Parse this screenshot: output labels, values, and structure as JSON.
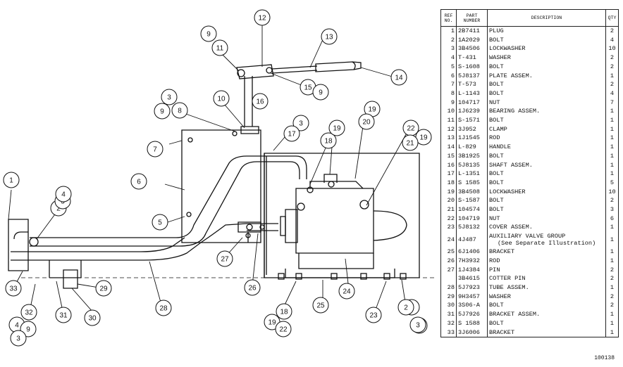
{
  "table": {
    "headers": {
      "ref_no": "REF NO.",
      "part_number": "PART NUMBER",
      "description": "DESCRIPTION",
      "qty": "QTY"
    },
    "rows": [
      {
        "no": "1",
        "part": "2B7411",
        "desc": "PLUG",
        "qty": "2"
      },
      {
        "no": "2",
        "part": "1A2029",
        "desc": "BOLT",
        "qty": "4"
      },
      {
        "no": "3",
        "part": "3B4506",
        "desc": "LOCKWASHER",
        "qty": "10"
      },
      {
        "no": "4",
        "part": "T-431",
        "desc": "WASHER",
        "qty": "2"
      },
      {
        "no": "5",
        "part": "S-1608",
        "desc": "BOLT",
        "qty": "2"
      },
      {
        "no": "6",
        "part": "5J8137",
        "desc": "PLATE ASSEM.",
        "qty": "1"
      },
      {
        "no": "7",
        "part": "T-573",
        "desc": "BOLT",
        "qty": "2"
      },
      {
        "no": "8",
        "part": "L-1143",
        "desc": "BOLT",
        "qty": "4"
      },
      {
        "no": "9",
        "part": "104717",
        "desc": "NUT",
        "qty": "7"
      },
      {
        "no": "10",
        "part": "1J6239",
        "desc": "BEARING ASSEM.",
        "qty": "1"
      },
      {
        "no": "11",
        "part": "S-1571",
        "desc": "BOLT",
        "qty": "1"
      },
      {
        "no": "12",
        "part": "3J952",
        "desc": "CLAMP",
        "qty": "1"
      },
      {
        "no": "13",
        "part": "1J1545",
        "desc": "ROD",
        "qty": "1"
      },
      {
        "no": "14",
        "part": "L-829",
        "desc": "HANDLE",
        "qty": "1"
      },
      {
        "no": "15",
        "part": "3B1925",
        "desc": "BOLT",
        "qty": "1"
      },
      {
        "no": "16",
        "part": "5J8135",
        "desc": "SHAFT ASSEM.",
        "qty": "1"
      },
      {
        "no": "17",
        "part": "L-1351",
        "desc": "BOLT",
        "qty": "1"
      },
      {
        "no": "18",
        "part": "S 1585",
        "desc": "BOLT",
        "qty": "5"
      },
      {
        "no": "19",
        "part": "3B4508",
        "desc": "LOCKWASHER",
        "qty": "10"
      },
      {
        "no": "20",
        "part": "S-1587",
        "desc": "BOLT",
        "qty": "2"
      },
      {
        "no": "21",
        "part": "104574",
        "desc": "BOLT",
        "qty": "3"
      },
      {
        "no": "22",
        "part": "104719",
        "desc": "NUT",
        "qty": "6"
      },
      {
        "no": "23",
        "part": "5J8132",
        "desc": "COVER ASSEM.",
        "qty": "1"
      },
      {
        "no": "24",
        "part": "4J487",
        "desc": "AUXILIARY VALVE GROUP",
        "desc2": "(See Separate Illustration)",
        "qty": "1"
      },
      {
        "no": "25",
        "part": "6J1406",
        "desc": "BRACKET",
        "qty": "1"
      },
      {
        "no": "26",
        "part": "7H3932",
        "desc": "ROD",
        "qty": "1"
      },
      {
        "no": "27",
        "part": "1J4384",
        "desc": "PIN",
        "qty": "2"
      },
      {
        "no": "",
        "part": "3B4615",
        "desc": "COTTER PIN",
        "qty": "2"
      },
      {
        "no": "28",
        "part": "5J7923",
        "desc": "TUBE ASSEM.",
        "qty": "1"
      },
      {
        "no": "29",
        "part": "9H3457",
        "desc": "WASHER",
        "qty": "2"
      },
      {
        "no": "30",
        "part": "3S06-A",
        "desc": "BOLT",
        "qty": "2"
      },
      {
        "no": "31",
        "part": "5J7926",
        "desc": "BRACKET ASSEM.",
        "qty": "1"
      },
      {
        "no": "32",
        "part": "S 1588",
        "desc": "BOLT",
        "qty": "1"
      },
      {
        "no": "33",
        "part": "3J6006",
        "desc": "BRACKET",
        "qty": "1"
      }
    ]
  },
  "callouts": [
    {
      "n": "1"
    },
    {
      "n": "2"
    },
    {
      "n": "3"
    },
    {
      "n": "4"
    },
    {
      "n": "2"
    },
    {
      "n": "3"
    },
    {
      "n": "4"
    },
    {
      "n": "5"
    },
    {
      "n": "6"
    },
    {
      "n": "7"
    },
    {
      "n": "3"
    },
    {
      "n": "9"
    },
    {
      "n": "8"
    },
    {
      "n": "10"
    },
    {
      "n": "9"
    },
    {
      "n": "11"
    },
    {
      "n": "12"
    },
    {
      "n": "13"
    },
    {
      "n": "14"
    },
    {
      "n": "15"
    },
    {
      "n": "9"
    },
    {
      "n": "16"
    },
    {
      "n": "3"
    },
    {
      "n": "17"
    },
    {
      "n": "18"
    },
    {
      "n": "19"
    },
    {
      "n": "19"
    },
    {
      "n": "20"
    },
    {
      "n": "22"
    },
    {
      "n": "19"
    },
    {
      "n": "21"
    },
    {
      "n": "27"
    },
    {
      "n": "26"
    },
    {
      "n": "28"
    },
    {
      "n": "29"
    },
    {
      "n": "30"
    },
    {
      "n": "31"
    },
    {
      "n": "33"
    },
    {
      "n": "32"
    },
    {
      "n": "9"
    },
    {
      "n": "3"
    },
    {
      "n": "18"
    },
    {
      "n": "19"
    },
    {
      "n": "22"
    },
    {
      "n": "25"
    },
    {
      "n": "24"
    },
    {
      "n": "23"
    },
    {
      "n": "2"
    },
    {
      "n": "3"
    }
  ],
  "drawing_number": "100138"
}
